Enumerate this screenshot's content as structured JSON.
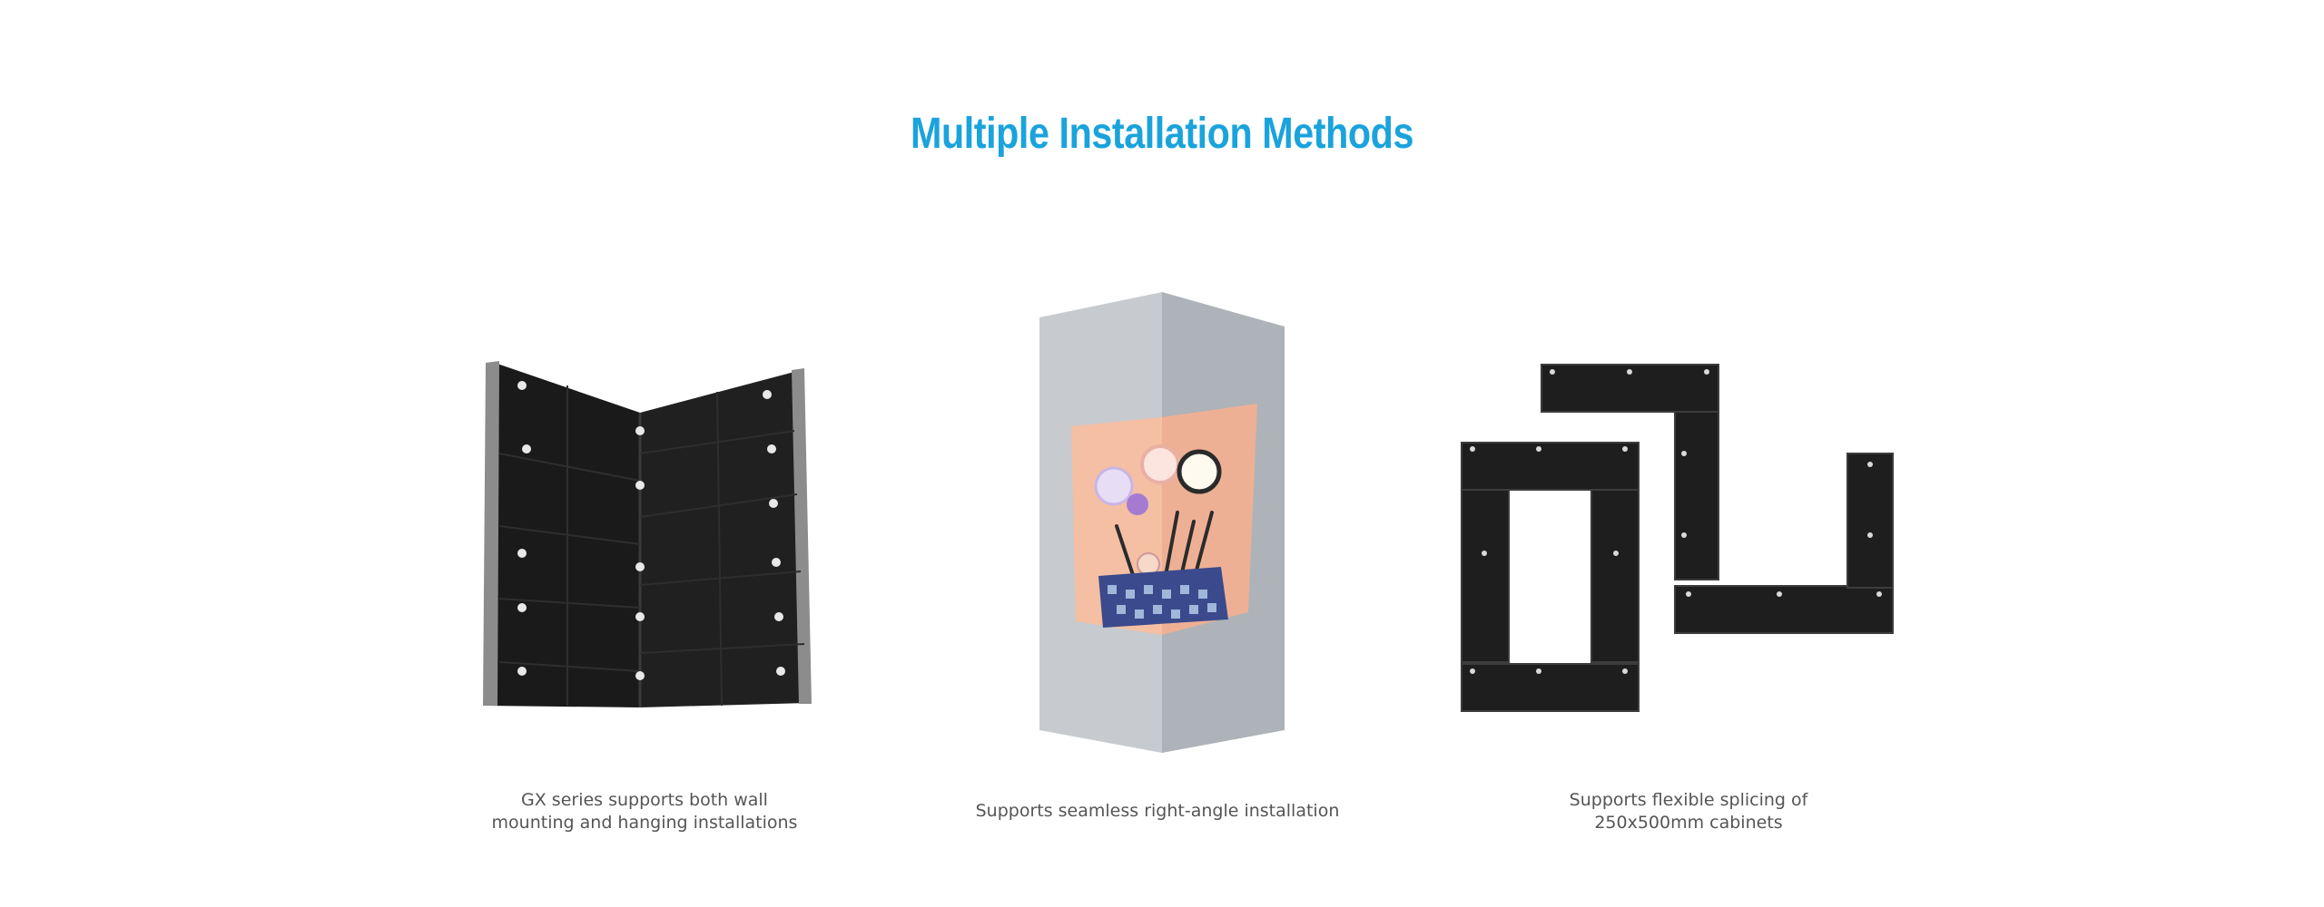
{
  "page": {
    "title": "Multiple Installation Methods"
  },
  "colors": {
    "title": "#1aa3dc",
    "caption": "#555555",
    "panel": "#1c1c1c",
    "pillar": "#b6bcc1",
    "screen": "#f2b79c"
  },
  "features": [
    {
      "caption_line1": "GX series supports both wall",
      "caption_line2": "mounting and hanging installations",
      "icon": "folded-led-panel-icon"
    },
    {
      "caption_line1": "Supports seamless right-angle installation",
      "caption_line2": "",
      "icon": "corner-pillar-display-icon"
    },
    {
      "caption_line1": "Supports flexible splicing of",
      "caption_line2": "250x500mm cabinets",
      "icon": "spliced-cabinets-icon"
    }
  ]
}
